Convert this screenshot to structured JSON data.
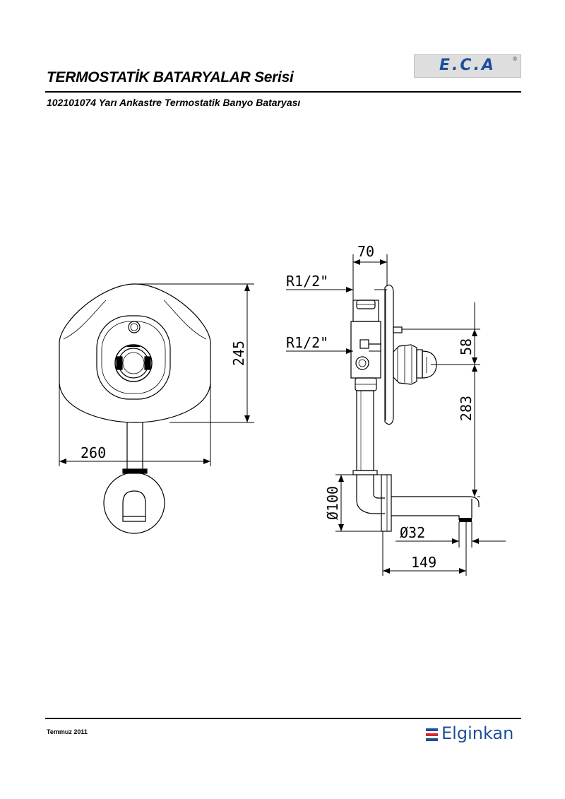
{
  "header": {
    "series_title": "TERMOSTATİK BATARYALAR Serisi",
    "product_title": "102101074 Yarı Ankastre Termostatik Banyo Bataryası",
    "brand_logo_text": "E.C.A",
    "brand_logo_mark": "®"
  },
  "drawing": {
    "front_view": {
      "dim_width": "260",
      "dim_height": "245"
    },
    "side_view": {
      "dim_depth": "70",
      "dim_inlet_top": "R1/2\"",
      "dim_inlet_mid": "R1/2\"",
      "dim_handle": "58",
      "dim_spout_drop": "283",
      "dim_rosette": "Ø100",
      "dim_spout_dia": "Ø32",
      "dim_spout_reach": "149"
    }
  },
  "footer": {
    "date": "Temmuz 2011",
    "company": "Elginkan"
  },
  "colors": {
    "brand_blue": "#1d4f9c",
    "brand_red": "#d8262e",
    "logo_bg": "#dedede"
  }
}
